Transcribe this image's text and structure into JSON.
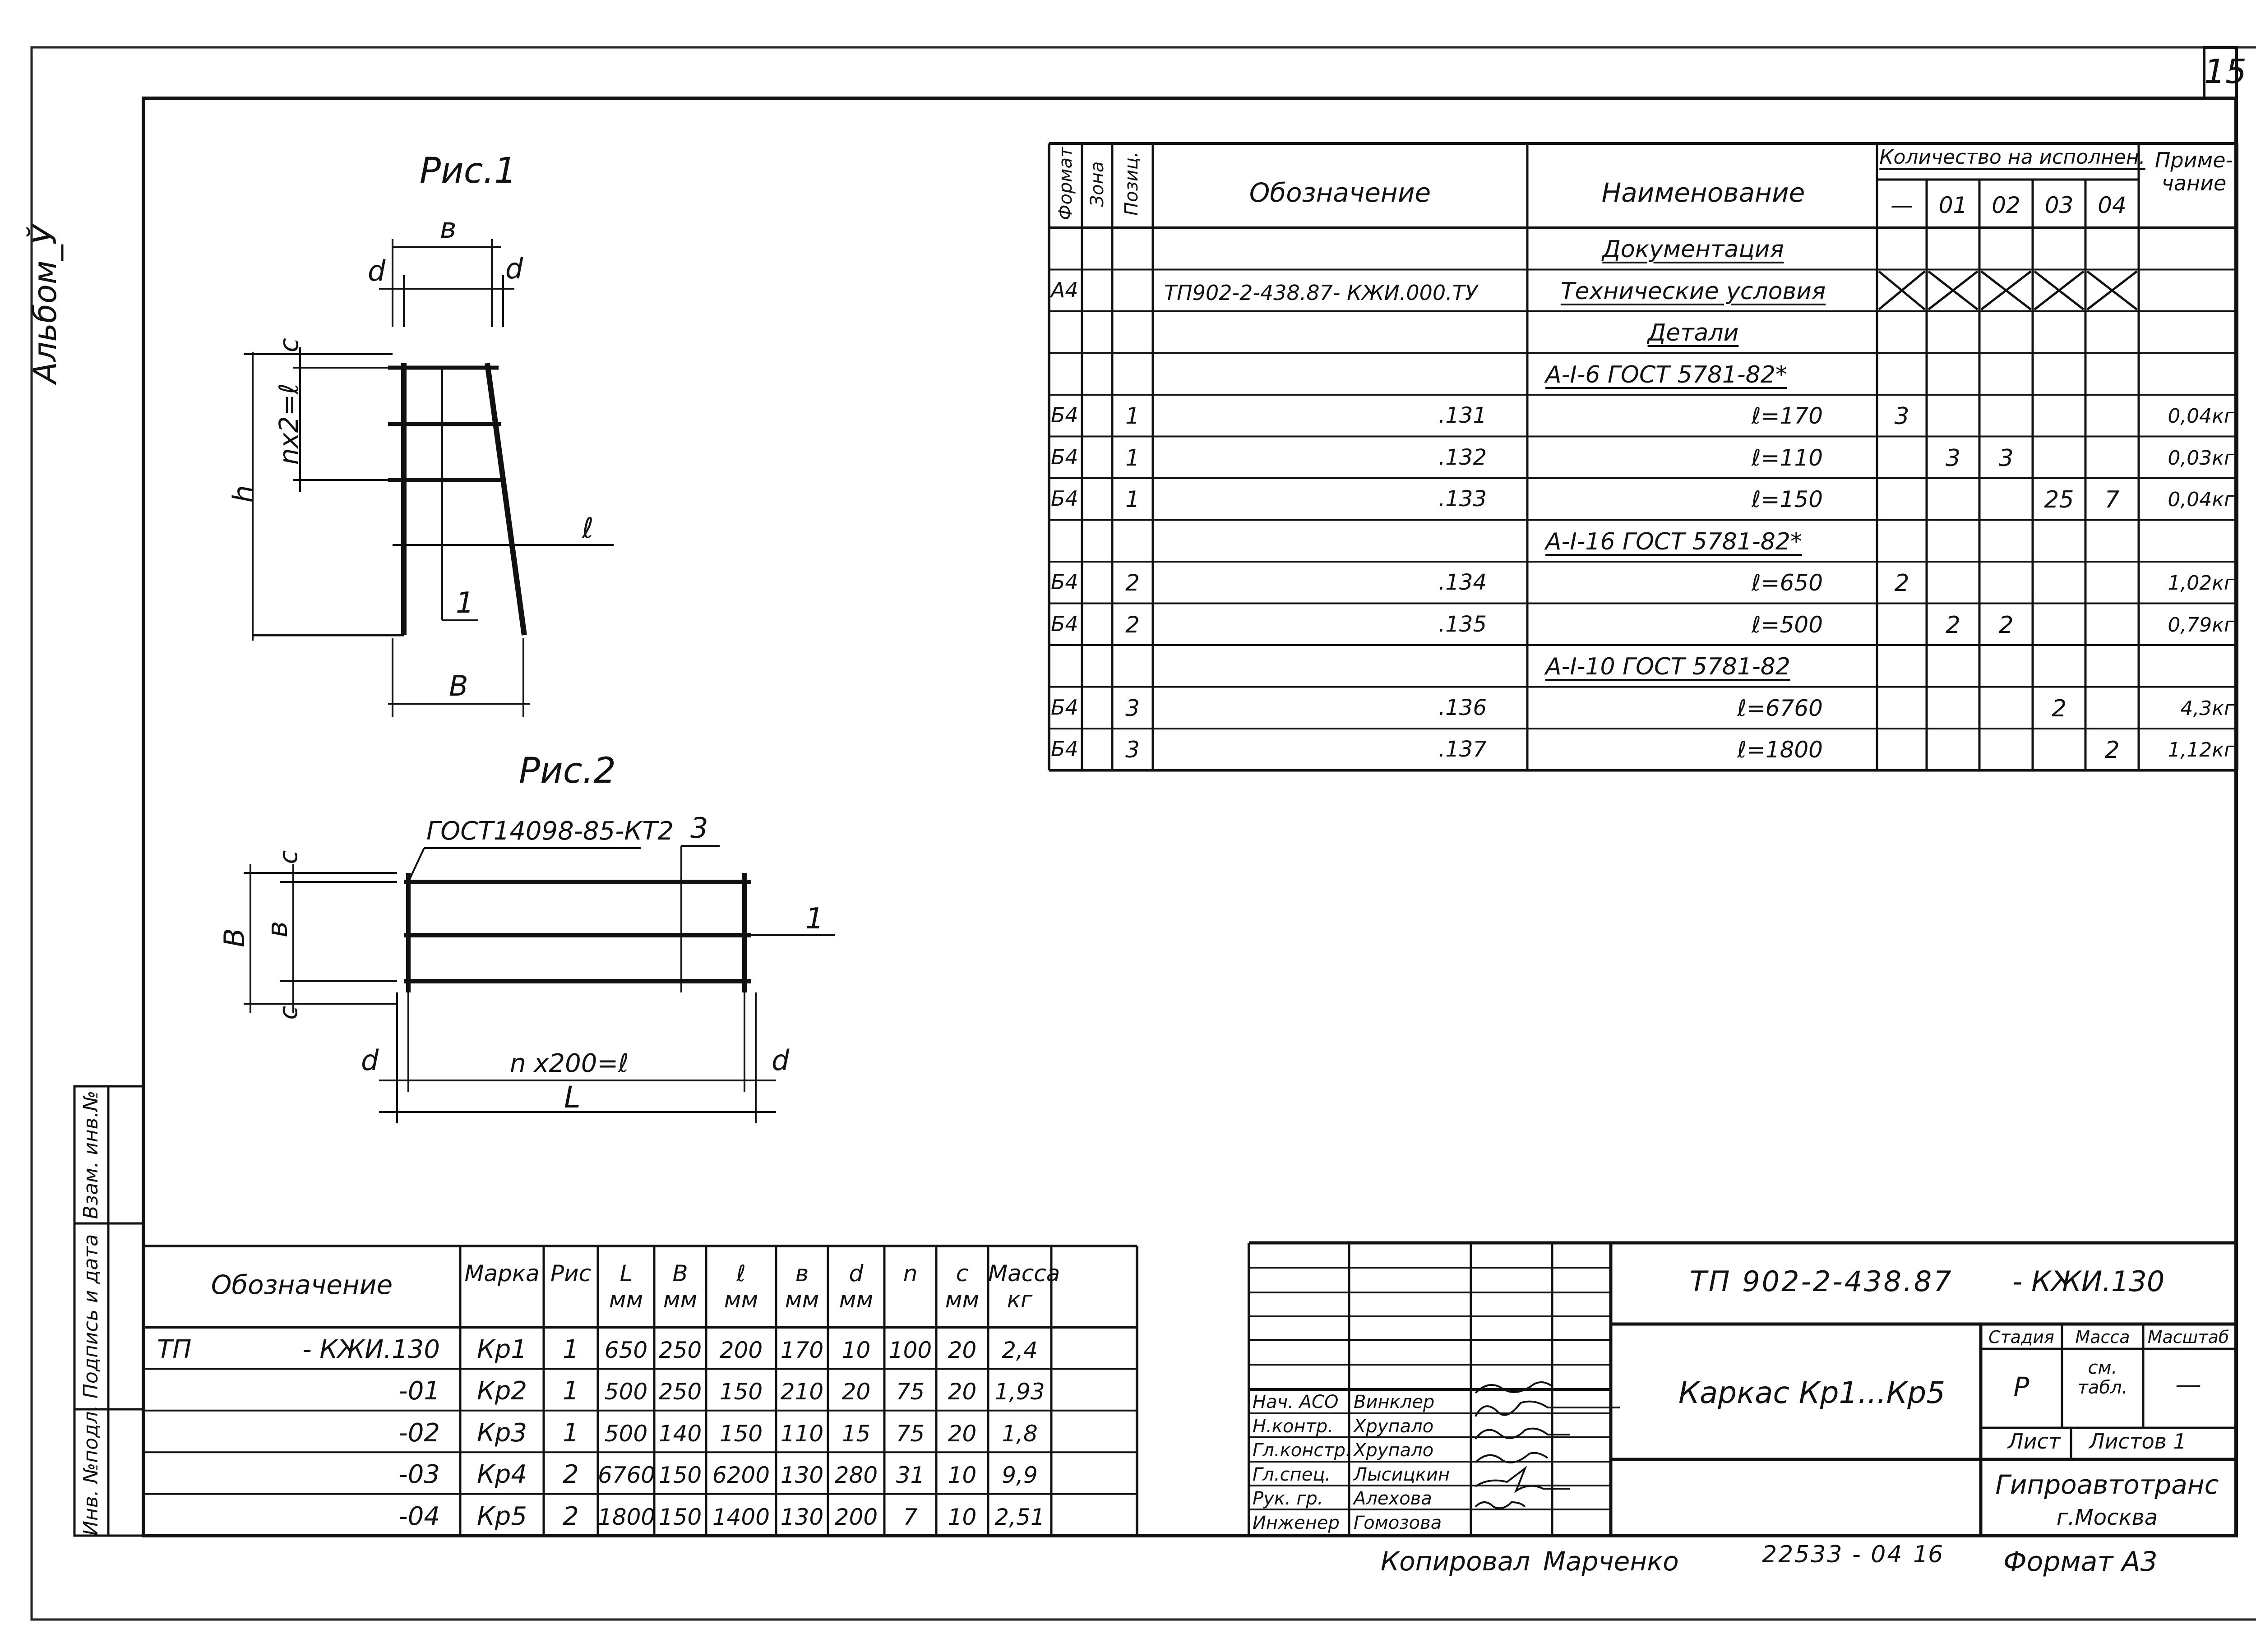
{
  "sheet_number": "15",
  "album_label": "Альбом_Ў",
  "fig1": {
    "title": "Рис.1",
    "labels": {
      "top_b": "в",
      "d_left": "d",
      "d_right": "d",
      "c": "с",
      "nx2": "nx2=ℓ",
      "h": "h",
      "l": "ℓ",
      "pos1": "1",
      "bottom_B": "В"
    }
  },
  "fig2": {
    "title": "Рис.2",
    "leader_gost": "ГОСТ14098-85-КТ2",
    "leader_3": "3",
    "leader_1": "1",
    "labels": {
      "c_top": "с",
      "c_bottom": "с",
      "B_outer": "В",
      "B_inner": "в",
      "d_left": "d",
      "d_right": "d",
      "nx200": "n x200=ℓ",
      "L": "L"
    }
  },
  "spec": {
    "headers": {
      "format": "Формат",
      "zone": "Зона",
      "pos": "Позиц.",
      "designation": "Обозначение",
      "name": "Наименование",
      "qty_group": "Количество на исполнен.",
      "qty_cols": [
        "—",
        "01",
        "02",
        "03",
        "04"
      ],
      "note": "Приме-\nчание"
    },
    "rows": [
      {
        "format": "",
        "zone": "",
        "pos": "",
        "des": "",
        "name": "Документация",
        "name_u": true,
        "qty": [
          "",
          "",
          "",
          "",
          ""
        ],
        "note": ""
      },
      {
        "format": "А4",
        "zone": "",
        "pos": "",
        "des": "ТП902-2-438.87- КЖИ.000.ТУ",
        "name": "Технические условия",
        "name_u": false,
        "crossed": true,
        "qty": [
          "",
          "",
          "",
          "",
          ""
        ],
        "note": ""
      },
      {
        "format": "",
        "zone": "",
        "pos": "",
        "des": "",
        "name": "Детали",
        "name_u": true,
        "qty": [
          "",
          "",
          "",
          "",
          ""
        ],
        "note": ""
      },
      {
        "format": "",
        "zone": "",
        "pos": "",
        "des": "",
        "name": "А-I-6  ГОСТ 5781-82*",
        "name_u": true,
        "qty": [
          "",
          "",
          "",
          "",
          ""
        ],
        "note": ""
      },
      {
        "format": "Б4",
        "zone": "",
        "pos": "1",
        "des": ".131",
        "name": "ℓ=170",
        "name_u": false,
        "qty": [
          "3",
          "",
          "",
          "",
          ""
        ],
        "note": "0,04кг"
      },
      {
        "format": "Б4",
        "zone": "",
        "pos": "1",
        "des": ".132",
        "name": "ℓ=110",
        "name_u": false,
        "qty": [
          "",
          "3",
          "3",
          "",
          ""
        ],
        "note": "0,03кг"
      },
      {
        "format": "Б4",
        "zone": "",
        "pos": "1",
        "des": ".133",
        "name": "ℓ=150",
        "name_u": false,
        "qty": [
          "",
          "",
          "",
          "25",
          "7"
        ],
        "note": "0,04кг"
      },
      {
        "format": "",
        "zone": "",
        "pos": "",
        "des": "",
        "name": "А-I-16  ГОСТ 5781-82*",
        "name_u": true,
        "qty": [
          "",
          "",
          "",
          "",
          ""
        ],
        "note": ""
      },
      {
        "format": "Б4",
        "zone": "",
        "pos": "2",
        "des": ".134",
        "name": "ℓ=650",
        "name_u": false,
        "qty": [
          "2",
          "",
          "",
          "",
          ""
        ],
        "note": "1,02кг"
      },
      {
        "format": "Б4",
        "zone": "",
        "pos": "2",
        "des": ".135",
        "name": "ℓ=500",
        "name_u": false,
        "qty": [
          "",
          "2",
          "2",
          "",
          ""
        ],
        "note": "0,79кг"
      },
      {
        "format": "",
        "zone": "",
        "pos": "",
        "des": "",
        "name": "А-I-10  ГОСТ 5781-82",
        "name_u": true,
        "qty": [
          "",
          "",
          "",
          "",
          ""
        ],
        "note": ""
      },
      {
        "format": "Б4",
        "zone": "",
        "pos": "3",
        "des": ".136",
        "name": "ℓ=6760",
        "name_u": false,
        "qty": [
          "",
          "",
          "",
          "2",
          ""
        ],
        "note": "4,3кг"
      },
      {
        "format": "Б4",
        "zone": "",
        "pos": "3",
        "des": ".137",
        "name": "ℓ=1800",
        "name_u": false,
        "qty": [
          "",
          "",
          "",
          "",
          "2"
        ],
        "note": "1,12кг"
      }
    ]
  },
  "marks_table": {
    "headers": [
      "Обозначение",
      "Марка",
      "Рис",
      "L\nмм",
      "В\nмм",
      "ℓ\nмм",
      "в\nмм",
      "d\nмм",
      "n",
      "с\nмм",
      "Масса\nкг"
    ],
    "rows": [
      {
        "prefix": "ТП",
        "des": "- КЖИ.130",
        "mark": "Кр1",
        "fig": "1",
        "L": "650",
        "B": "250",
        "l": "200",
        "b": "170",
        "d": "10",
        "n": "100",
        "c": "20",
        "mass": "2,4"
      },
      {
        "prefix": "",
        "des": "-01",
        "mark": "Кр2",
        "fig": "1",
        "L": "500",
        "B": "250",
        "l": "150",
        "b": "210",
        "d": "20",
        "n": "75",
        "c": "20",
        "mass": "1,93"
      },
      {
        "prefix": "",
        "des": "-02",
        "mark": "Кр3",
        "fig": "1",
        "L": "500",
        "B": "140",
        "l": "150",
        "b": "110",
        "d": "15",
        "n": "75",
        "c": "20",
        "mass": "1,8"
      },
      {
        "prefix": "",
        "des": "-03",
        "mark": "Кр4",
        "fig": "2",
        "L": "6760",
        "B": "150",
        "l": "6200",
        "b": "130",
        "d": "280",
        "n": "31",
        "c": "10",
        "mass": "9,9"
      },
      {
        "prefix": "",
        "des": "-04",
        "mark": "Кр5",
        "fig": "2",
        "L": "1800",
        "B": "150",
        "l": "1400",
        "b": "130",
        "d": "200",
        "n": "7",
        "c": "10",
        "mass": "2,51"
      }
    ]
  },
  "left_strip": [
    "Инв. №подл.",
    "Подпись и дата",
    "Взам. инв.№"
  ],
  "title_block": {
    "doc_code": "ТП 902-2-438.87",
    "doc_suffix": "- КЖИ.130",
    "title": "Каркас  Кр1...Кр5",
    "stage_h": "Стадия",
    "mass_h": "Масса",
    "scale_h": "Масштаб",
    "stage": "Р",
    "mass": "см.\nтабл.",
    "scale": "—",
    "sheet_h": "Лист",
    "sheets_h": "Листов 1",
    "org": "Гипроавтотранс",
    "city": "г.Москва",
    "people": [
      {
        "role": "Нач. АСО",
        "name": "Винклер"
      },
      {
        "role": "Н.контр.",
        "name": "Хрупало"
      },
      {
        "role": "Гл.констр.",
        "name": "Хрупало"
      },
      {
        "role": "Гл.спец.",
        "name": "Лысицкин"
      },
      {
        "role": "Рук. гр.",
        "name": "Алехова"
      },
      {
        "role": "Инженер",
        "name": "Гомозова"
      }
    ]
  },
  "bottom": {
    "copied": "Копировал",
    "copier": "Марченко",
    "order": "22533 - 04",
    "page": "16",
    "format": "Формат А3"
  }
}
